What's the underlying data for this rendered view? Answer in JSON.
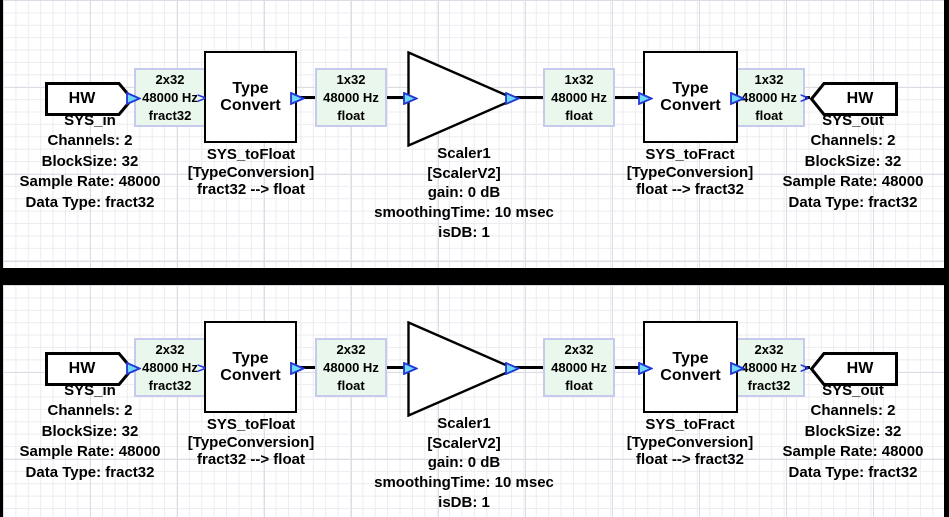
{
  "canvas": {
    "description": "signal flow diagrams on grid canvas"
  },
  "colors": {
    "background": "#000000",
    "canvas_fill": "#ffffff",
    "grid_minor": "#ececf1",
    "grid_major": "#dcdce4",
    "wire": "#000000",
    "block_border": "#000000",
    "wire_label_fill": "#eaf7ec",
    "wire_label_border": "#c6cbee",
    "pin_fill": "#6ed9f4",
    "pin_stroke": "#2336d6",
    "text": "#000000"
  },
  "panels": [
    {
      "name": "diagram-top",
      "hw_in": {
        "title": "HW",
        "caption": [
          "SYS_in",
          "Channels: 2",
          "BlockSize: 32",
          "Sample Rate: 48000",
          "Data Type: fract32"
        ]
      },
      "type_convert_in": {
        "title": "Type Convert",
        "caption": [
          "SYS_toFloat",
          "[TypeConversion]",
          "fract32 --> float"
        ]
      },
      "scaler": {
        "caption": [
          "Scaler1",
          "[ScalerV2]",
          "gain: 0 dB",
          "smoothingTime: 10 msec",
          "isDB: 1"
        ]
      },
      "type_convert_out": {
        "title": "Type Convert",
        "caption": [
          "SYS_toFract",
          "[TypeConversion]",
          "float --> fract32"
        ]
      },
      "hw_out": {
        "title": "HW",
        "caption": [
          "SYS_out",
          "Channels: 2",
          "BlockSize: 32",
          "Sample Rate: 48000",
          "Data Type: fract32"
        ]
      },
      "wire_labels": [
        [
          "2x32",
          "48000 Hz",
          "fract32"
        ],
        [
          "1x32",
          "48000 Hz",
          "float"
        ],
        [
          "1x32",
          "48000 Hz",
          "float"
        ],
        [
          "1x32",
          "48000 Hz",
          "float"
        ]
      ]
    },
    {
      "name": "diagram-bottom",
      "hw_in": {
        "title": "HW",
        "caption": [
          "SYS_in",
          "Channels: 2",
          "BlockSize: 32",
          "Sample Rate: 48000",
          "Data Type: fract32"
        ]
      },
      "type_convert_in": {
        "title": "Type Convert",
        "caption": [
          "SYS_toFloat",
          "[TypeConversion]",
          "fract32 --> float"
        ]
      },
      "scaler": {
        "caption": [
          "Scaler1",
          "[ScalerV2]",
          "gain: 0 dB",
          "smoothingTime: 10 msec",
          "isDB: 1"
        ]
      },
      "type_convert_out": {
        "title": "Type Convert",
        "caption": [
          "SYS_toFract",
          "[TypeConversion]",
          "float --> fract32"
        ]
      },
      "hw_out": {
        "title": "HW",
        "caption": [
          "SYS_out",
          "Channels: 2",
          "BlockSize: 32",
          "Sample Rate: 48000",
          "Data Type: fract32"
        ]
      },
      "wire_labels": [
        [
          "2x32",
          "48000 Hz",
          "fract32"
        ],
        [
          "2x32",
          "48000 Hz",
          "float"
        ],
        [
          "2x32",
          "48000 Hz",
          "float"
        ],
        [
          "2x32",
          "48000 Hz",
          "fract32"
        ]
      ]
    }
  ]
}
